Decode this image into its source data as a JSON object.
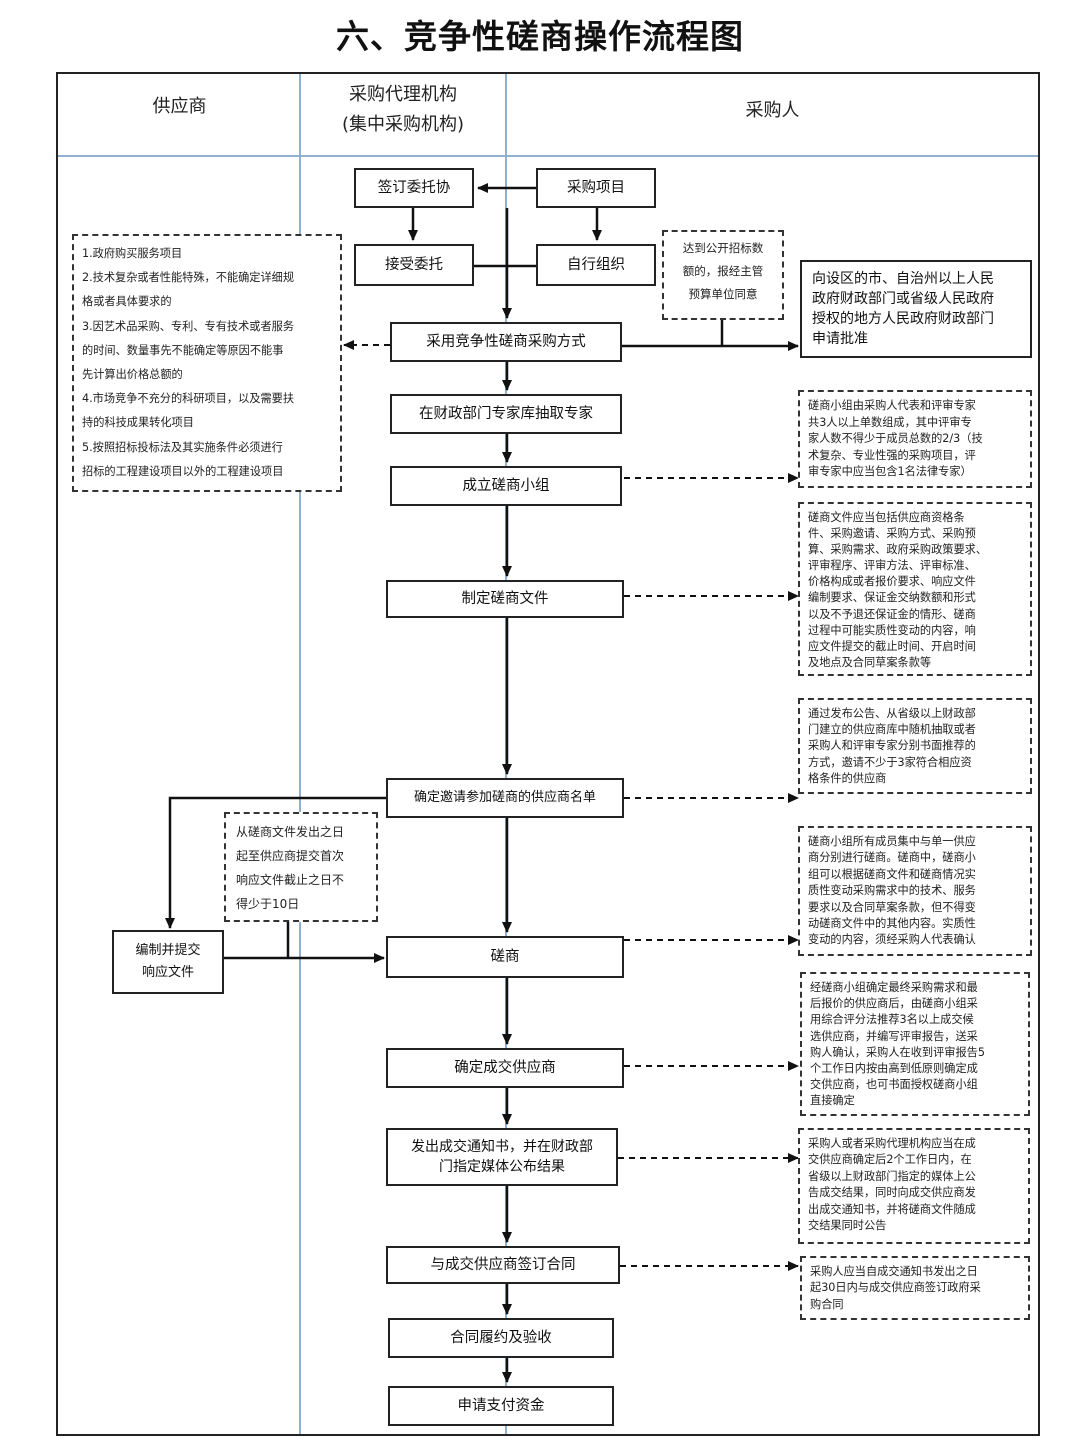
{
  "title": "六、竞争性磋商操作流程图",
  "lanes": [
    "供应商",
    "采购代理机构\n(集中采购机构)",
    "采购人"
  ],
  "nodes": {
    "sign_commission": "签订委托协",
    "purchase_project": "采购项目",
    "accept_commission": "接受委托",
    "self_organize": "自行组织",
    "adopt_method": "采用竞争性磋商采购方式",
    "draw_experts": "在财政部门专家库抽取专家",
    "form_group": "成立磋商小组",
    "draft_docs": "制定磋商文件",
    "determine_list": "确定邀请参加磋商的供应商名单",
    "prepare_submit": "编制并提交\n响应文件",
    "negotiate": "磋商",
    "determine_winner": "确定成交供应商",
    "issue_notice": "发出成交通知书，并在财政部\n门指定媒体公布结果",
    "sign_contract": "与成交供应商签订合同",
    "perform_accept": "合同履约及验收",
    "apply_payment": "申请支付资金",
    "apply_approval": "向设区的市、自治州以上人民\n政府财政部门或省级人民政府\n授权的地方人民政府财政部门\n申请批准"
  },
  "notes": {
    "applicable_cases": [
      "1.政府购买服务项目",
      "2.技术复杂或者性能特殊，不能确定详细规",
      "格或者具体要求的",
      "3.因艺术品采购、专利、专有技术或者服务",
      "的时间、数量事先不能确定等原因不能事",
      "先计算出价格总额的",
      "4.市场竞争不充分的科研项目，以及需要扶",
      "持的科技成果转化项目",
      "5.按照招标投标法及其实施条件必须进行",
      "招标的工程建设项目以外的工程建设项目"
    ],
    "threshold": [
      "达到公开招标数",
      "额的，报经主管",
      "预算单位同意"
    ],
    "group_composition": [
      "磋商小组由采购人代表和评审专家",
      "共3人以上单数组成，其中评审专",
      "家人数不得少于成员总数的2/3（技",
      "术复杂、专业性强的采购项目，评",
      "审专家中应当包含1名法律专家）"
    ],
    "doc_contents": [
      "磋商文件应当包括供应商资格条",
      "件、采购邀请、采购方式、采购预",
      "算、采购需求、政府采购政策要求、",
      "评审程序、评审方法、评审标准、",
      "价格构成或者报价要求、响应文件",
      "编制要求、保证金交纳数额和形式",
      "以及不予退还保证金的情形、磋商",
      "过程中可能实质性变动的内容，响",
      "应文件提交的截止时间、开启时间",
      "及地点及合同草案条款等"
    ],
    "supplier_sources": [
      "通过发布公告、从省级以上财政部",
      "门建立的供应商库中随机抽取或者",
      "采购人和评审专家分别书面推荐的",
      "方式，邀请不少于3家符合相应资",
      "格条件的供应商"
    ],
    "ten_days": [
      "从磋商文件发出之日",
      "起至供应商提交首次",
      "响应文件截止之日不",
      "得少于10日"
    ],
    "negotiation_process": [
      "磋商小组所有成员集中与单一供应",
      "商分别进行磋商。磋商中，磋商小",
      "组可以根据磋商文件和磋商情况实",
      "质性变动采购需求中的技术、服务",
      "要求以及合同草案条款，但不得变",
      "动磋商文件中的其他内容。实质性",
      "变动的内容，须经采购人代表确认"
    ],
    "winner_rule": [
      "经磋商小组确定最终采购需求和最",
      "后报价的供应商后，由磋商小组采",
      "用综合评分法推荐3名以上成交候",
      "选供应商，并编写评审报告，送采",
      "购人确认，采购人在收到评审报告5",
      "个工作日内按由高到低原则确定成",
      "交供应商，也可书面授权磋商小组",
      "直接确定"
    ],
    "announce_rule": [
      "采购人或者采购代理机构应当在成",
      "交供应商确定后2个工作日内，在",
      "省级以上财政部门指定的媒体上公",
      "告成交结果，同时向成交供应商发",
      "出成交通知书，并将磋商文件随成",
      "交结果同时公告"
    ],
    "contract_rule": [
      "采购人应当自成交通知书发出之日",
      "起30日内与成交供应商签订政府采",
      "购合同"
    ]
  },
  "colors": {
    "lane_line": "#8fb1cf",
    "border": "#222222"
  }
}
